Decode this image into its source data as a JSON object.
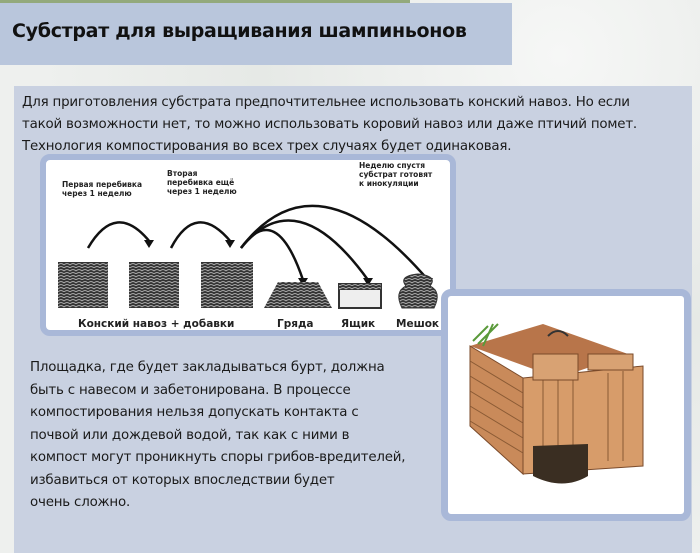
{
  "title": "Субстрат для выращивания шампиньонов",
  "intro_lines": [
    "Для приготовления субстрата предпочтительнее использовать конский навоз. Но если",
    "такой возможности нет, то можно использовать коровий навоз или даже птичий помет.",
    "Технология компостирования во всех трех случаях будет одинаковая."
  ],
  "diagram": {
    "step1": [
      "Первая перебивка",
      "через 1 неделю"
    ],
    "step2": [
      "Вторая",
      "перебивка ещё",
      "через 1 неделю"
    ],
    "step3": [
      "Неделю спустя",
      "субстрат готовят",
      "к инокуляции"
    ],
    "bottom_main": "Конский навоз + добавки",
    "bottom_bed": "Гряда",
    "bottom_box": "Ящик",
    "bottom_bag": "Мешок"
  },
  "lower_lines": [
    "Площадка, где будет закладываться бурт, должна",
    "быть с навесом и забетонирована. В процессе",
    "компостирования нельзя допускать контакта с",
    "почвой или дождевой водой, так как с ними в",
    "компост могут проникнуть споры грибов-вредителей,",
    "избавиться от которых впоследствии будет",
    "очень сложно."
  ],
  "colors": {
    "title_bar": "#b9c6dc",
    "panel": "#c9d1e1",
    "frame": "#a9b8d8",
    "wood": "#c98a5a"
  }
}
